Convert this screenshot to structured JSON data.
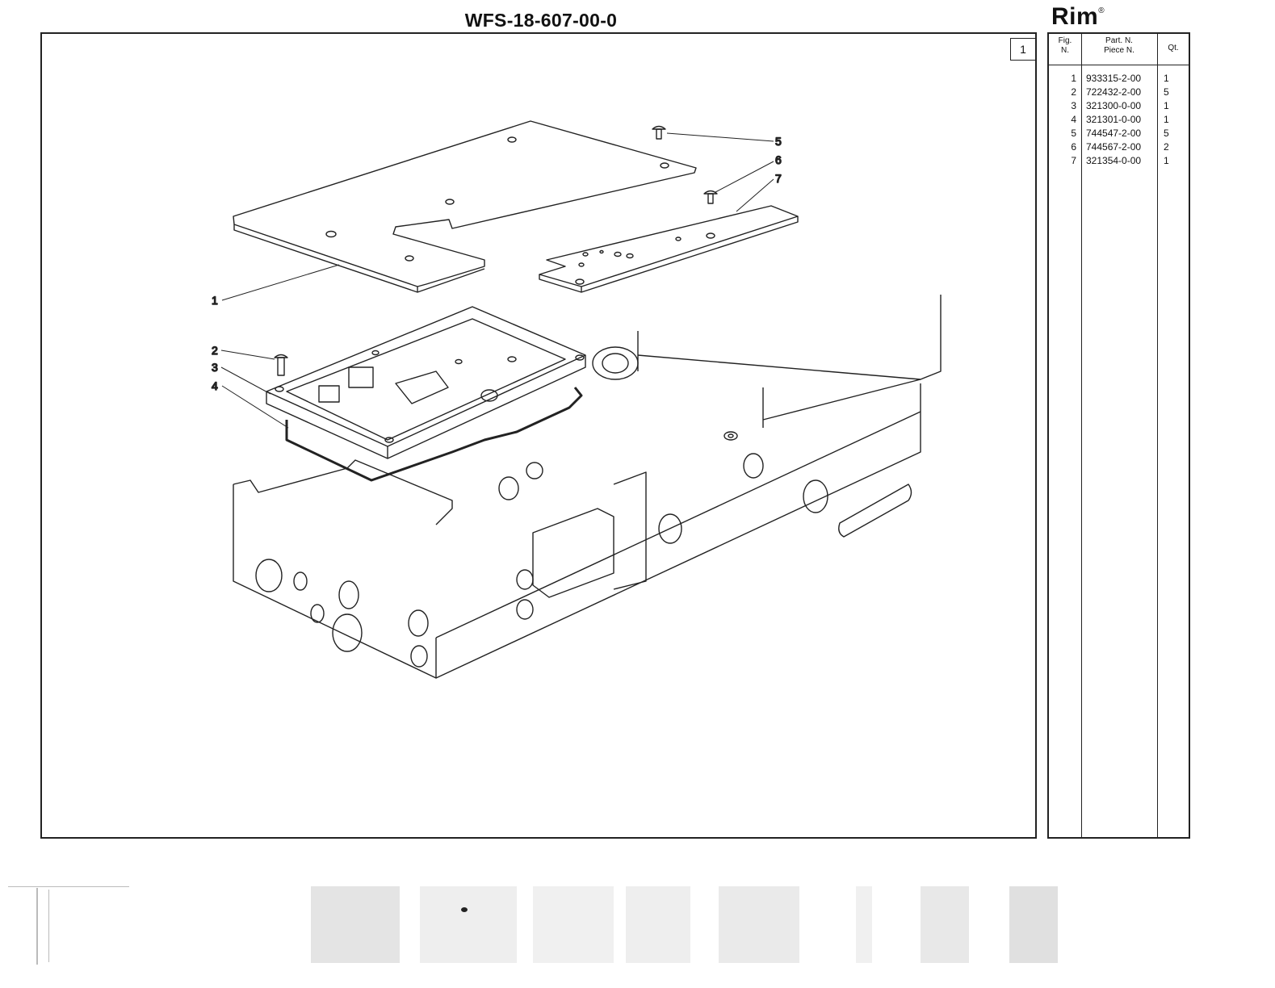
{
  "header": {
    "title": "WFS-18-607-00-0",
    "brand": "Rim",
    "brand_mark": "®"
  },
  "figure": {
    "number": "1",
    "callouts": [
      "1",
      "2",
      "3",
      "4",
      "5",
      "6",
      "7"
    ]
  },
  "parts_table": {
    "headers": {
      "fig_line1": "Fig.",
      "fig_line2": "N.",
      "part_line1": "Part. N.",
      "part_line2": "Piece N.",
      "qty": "Qt."
    },
    "rows": [
      {
        "fig": "1",
        "part": "933315-2-00",
        "qty": "1"
      },
      {
        "fig": "2",
        "part": "722432-2-00",
        "qty": "5"
      },
      {
        "fig": "3",
        "part": "321300-0-00",
        "qty": "1"
      },
      {
        "fig": "4",
        "part": "321301-0-00",
        "qty": "1"
      },
      {
        "fig": "5",
        "part": "744547-2-00",
        "qty": "5"
      },
      {
        "fig": "6",
        "part": "744567-2-00",
        "qty": "2"
      },
      {
        "fig": "7",
        "part": "321354-0-00",
        "qty": "1"
      }
    ]
  }
}
